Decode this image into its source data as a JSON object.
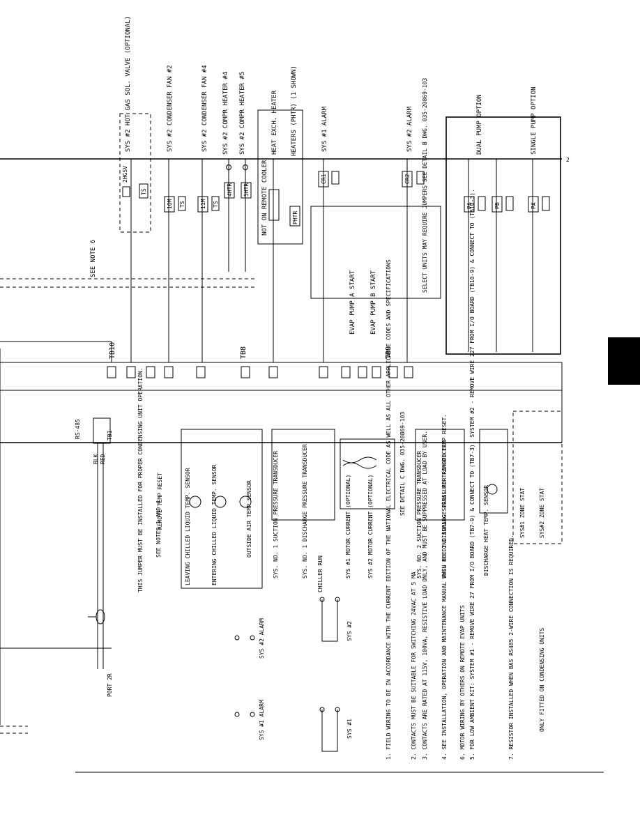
{
  "notes": {
    "n1": "1.  FIELD WIRING TO BE IN ACCORDANCE WITH THE CURRENT EDITION OF THE NATIONAL ELECTRICAL CODE AS WELL AS ALL OTHER APPLICABLE CODES AND SPECIFICATIONS",
    "n2": "2.  CONTACTS MUST BE SUITABLE FOR SWITCHING 24VAC AT 5 MA",
    "n3": "3.  CONTACTS ARE RATED AT 115V, 100VA, RESISTIVE LOAD ONLY, AND MUST BE SUPPRESSED AT LOAD BY USER.",
    "n4": "4.  SEE INSTALLATION, OPERATION AND MAINTENANCE MANUAL WHEN FEEDING ANALOG SIGNAL FOR REMOTE TEMP RESET.",
    "n5": "5.  FOR LOW AMBIENT KIT: SYSTEM #1 - REMOVE WIRE 27 FROM I/O BOARD (TB7-9) & CONNECT TO (TB7-3). SYSTEM #2 - REMOVE WIRE 227 FROM I/O BOARD (TB10-9) & CONNECT TO (TB10-3).",
    "n6": "6.  MOTOR WIRING BY OTHERS ON REMOTE EVAP UNITS",
    "n7": "7.  RESISTOR INSTALLED WHEN BAS RS485 2-WIRE CONNECTION IS REQUIRED."
  },
  "top_labels": {
    "hgbv": "SYS #2 HOT GAS SOL. VALVE (OPTIONAL)",
    "fan2": "SYS #2 CONDENSER FAN #2",
    "fan4": "SYS #2 CONDENSER FAN #4",
    "htr4": "SYS #2 COMPR HEATER #4",
    "htr5": "SYS #2 COMPR HEATER #5",
    "hxh": "HEAT EXCH. HEATER",
    "heaters": "HEATERS (PHTR) (1 SHOWN)",
    "alarm1": "SYS #1 ALARM",
    "alarm2": "SYS #2 ALARM",
    "dual": "DUAL PUMP OPTION",
    "single": "SINGLE PUMP OPTION",
    "seenote6": "SEE NOTE 6",
    "notonremote": "NOT ON REMOTE COOLER",
    "jumpers": "SELECT UNITS MAY REQUIRE JUMPERS SEE DETAIL B DWG. 035-20869-103",
    "evapA": "EVAP PUMP A START",
    "evapB": "EVAP PUMP B START"
  },
  "terminals": {
    "tb10": "TB10",
    "tb8": "TB8",
    "tb9": "TB9",
    "tb1": "TB1",
    "rs485": "RS-485",
    "port": "PORT 2R",
    "blk": "BLK",
    "red": "RED"
  },
  "sensors": {
    "lct": "LEAVING CHILLED LIQUID TEMP. SENSOR",
    "ect": "ENTERING CHILLED LIQUID TEMP. SENSOR",
    "oat": "OUTSIDE AIR TEMP SENSOR",
    "sp1": "SYS. NO. 1 SUCTION PRESSURE TRANSDUCER",
    "dp1": "SYS. NO. 1 DISCHARGE PRESSURE TRANSDUCER",
    "mc1": "SYS #1 MOTOR CURRENT (OPTIONAL)",
    "mc2": "SYS #2 MOTOR CURRENT (OPTIONAL)",
    "sp2": "SYS. NO. 2 SUCTION PRESSURE TRANSDUCER",
    "dp2": "SYS. NO. 2 DISCHARGE PRESSURE TRANSDUCER",
    "dht": "DISCHARGE HEAT TEMP. SENSOR",
    "zone1": "SYS#1 ZONE STAT",
    "zone2": "SYS#2 ZONE STAT",
    "condonly": "ONLY FITTED ON CONDENSING UNITS",
    "jumper": "THIS JUMPER MUST BE INSTALLED FOR PROPER CONDENSING UNIT OPERATION.",
    "notes14": "SEE NOTES 1 AND 4",
    "remote": "REMOTE TEMP RESET",
    "chillerrun": "CHILLER RUN",
    "sys1": "SYS #1",
    "sys2": "SYS #2",
    "sys1alarm": "SYS #1 ALARM",
    "sys2alarm": "SYS #2 ALARM",
    "detail": "SEE DETAIL C DWG. 035-20869-103"
  },
  "page_tab_color": "#000000"
}
